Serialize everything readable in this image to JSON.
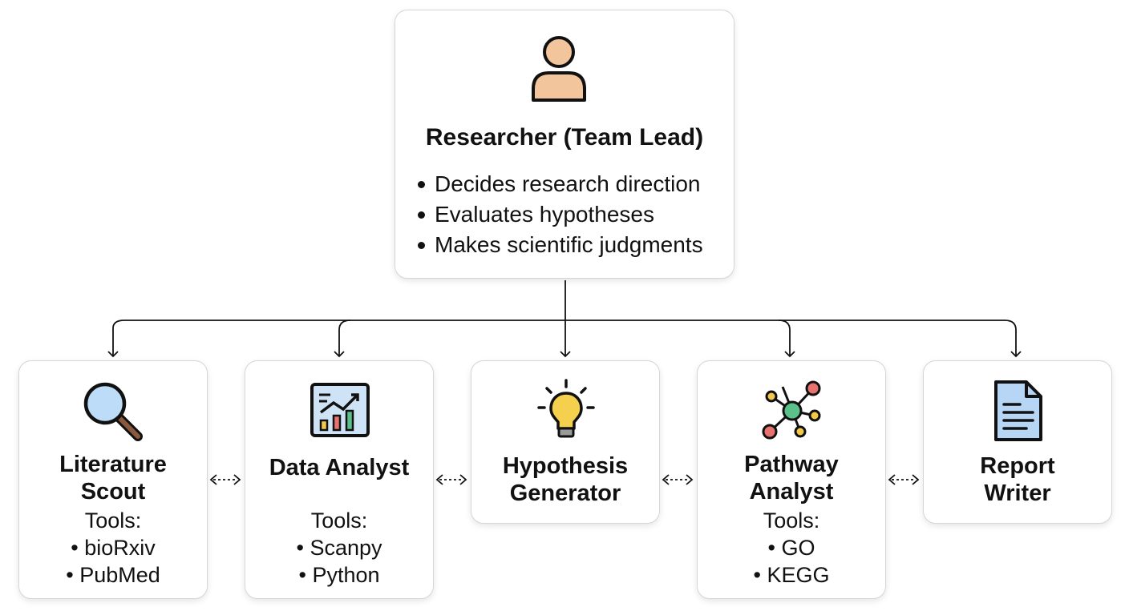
{
  "lead": {
    "icon": "person-icon",
    "title": "Researcher (Team Lead)",
    "bullets": [
      "Decides research direction",
      "Evaluates hypotheses",
      "Makes scientific judgments"
    ]
  },
  "agents": [
    {
      "icon": "magnifier-icon",
      "title": "Literature\nScout",
      "tools_label": "Tools:",
      "tools": [
        "bioRxiv",
        "PubMed"
      ]
    },
    {
      "icon": "chart-icon",
      "title": "Data Analyst",
      "tools_label": "Tools:",
      "tools": [
        "Scanpy",
        "Python"
      ]
    },
    {
      "icon": "lightbulb-icon",
      "title": "Hypothesis\nGenerator"
    },
    {
      "icon": "network-icon",
      "title": "Pathway\nAnalyst",
      "tools_label": "Tools:",
      "tools": [
        "GO",
        "KEGG"
      ]
    },
    {
      "icon": "document-icon",
      "title": "Report\nWriter"
    }
  ],
  "colors": {
    "person": "#f2c59d",
    "magnifier": "#bcdcf7",
    "magnifier_handle": "#8b5a3c",
    "chart_bg": "#cfe3f6",
    "bar_green": "#5cc08a",
    "bar_red": "#e8736e",
    "bar_yellow": "#f4c84a",
    "bulb": "#f5d04f",
    "node_green": "#5cc08a",
    "node_red": "#e8736e",
    "node_yellow": "#f4c84a",
    "doc": "#b7d6f5"
  }
}
